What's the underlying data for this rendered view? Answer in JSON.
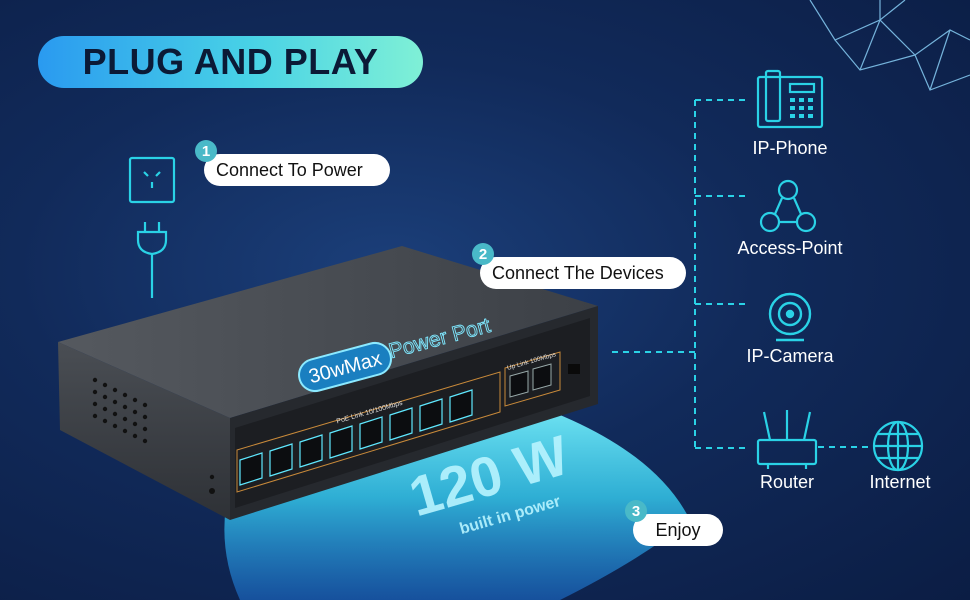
{
  "title": "PLUG AND PLAY",
  "steps": [
    {
      "number": "1",
      "label": "Connect To Power"
    },
    {
      "number": "2",
      "label": "Connect The Devices"
    },
    {
      "number": "3",
      "label": "Enjoy"
    }
  ],
  "switch": {
    "power_badge": "30wMax",
    "power_port": "Power Port",
    "poe_label": "PoE Link 10/100Mbps",
    "uplink_label": "Up Link 100Mbps",
    "power_text": "120 W",
    "power_sub": "built in power"
  },
  "devices": [
    {
      "label": "IP-Phone",
      "icon": "phone-icon"
    },
    {
      "label": "Access-Point",
      "icon": "access-point-icon"
    },
    {
      "label": "IP-Camera",
      "icon": "camera-icon"
    },
    {
      "label": "Router",
      "icon": "router-icon"
    },
    {
      "label": "Internet",
      "icon": "globe-icon"
    }
  ],
  "colors": {
    "accent": "#2ad2e6",
    "pill_start": "#2a9af0",
    "pill_end": "#7ff0d6",
    "badge": "#49b9c8",
    "background": "#112a5a"
  }
}
